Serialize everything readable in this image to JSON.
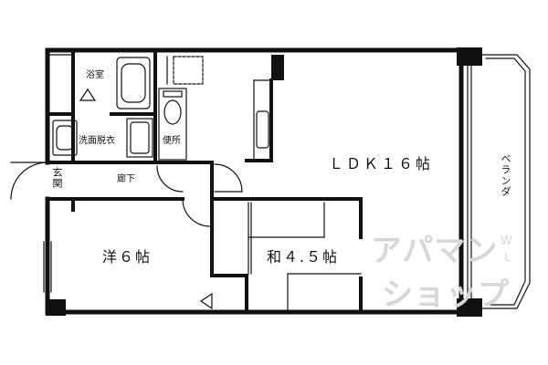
{
  "rooms": {
    "ldk": "ＬＤＫ１６帖",
    "western": "洋６帖",
    "japanese": "和４.５帖",
    "bath": "浴室",
    "washroom": "洗面脱衣",
    "toilet": "便所",
    "entrance": "玄関",
    "hallway": "廊下",
    "veranda": "ベランダ"
  },
  "watermark": {
    "line1": "アパマン",
    "line2": "ショップ",
    "mark": "W",
    "mark2": "L"
  },
  "colors": {
    "wall": "#111111",
    "line": "#222222",
    "watermark": "#d7d7d7"
  }
}
